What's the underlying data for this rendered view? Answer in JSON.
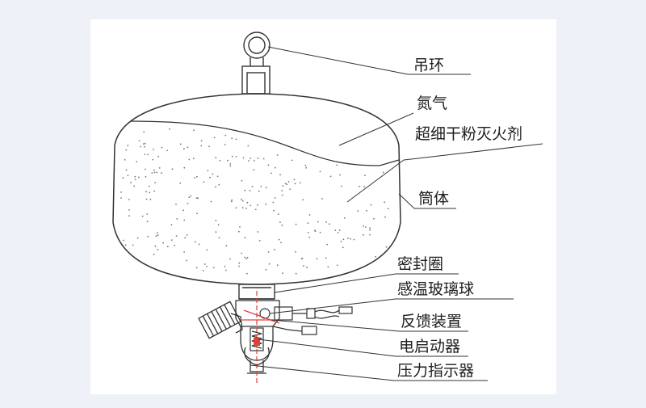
{
  "labels": {
    "lifting_ring": "吊环",
    "nitrogen": "氮气",
    "ultrafine_powder": "超细干粉灭火剂",
    "cylinder_body": "筒体",
    "seal_ring": "密封圈",
    "glass_bulb": "感温玻璃球",
    "feedback_device": "反馈装置",
    "electric_actuator": "电启动器",
    "pressure_indicator": "压力指示器"
  },
  "colors": {
    "line": "#333333",
    "accent_red": "#e0403a",
    "background": "#eef2f8",
    "panel": "#ffffff"
  }
}
